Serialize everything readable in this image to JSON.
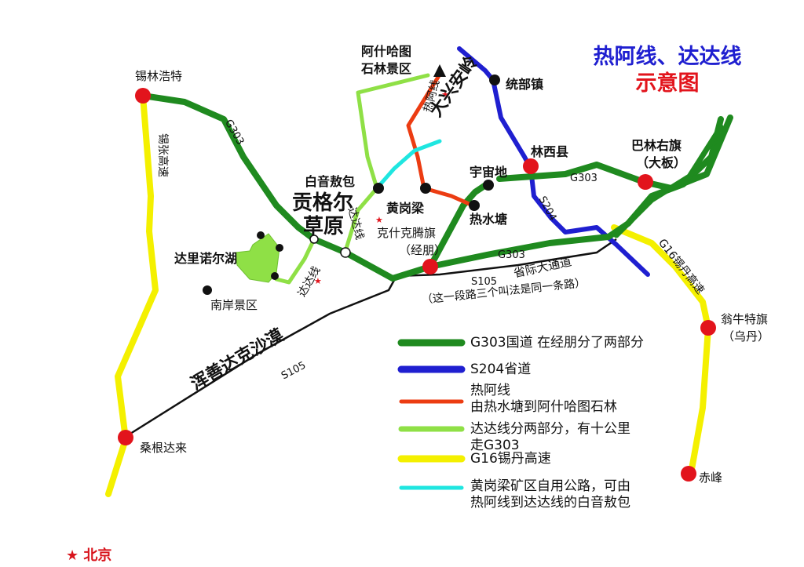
{
  "title": {
    "line1": "热阿线、达达线",
    "line2": "示意图"
  },
  "colors": {
    "g303": "#1f8a1f",
    "s204": "#1f1fd0",
    "rea": "#ec3c12",
    "dada": "#8fe046",
    "g16": "#f4f000",
    "mine": "#1fe6e0",
    "s105": "#111111",
    "city": "#e2141c"
  },
  "places": {
    "xilinhaote": "锡林浩特",
    "ashiha_1": "阿什哈图",
    "ashiha_2": "石林景区",
    "tongbu": "统部镇",
    "linxi": "林西县",
    "balin_1": "巴林右旗",
    "balin_2": "（大板）",
    "baiyin": "白音敖包",
    "huanggangliang": "黄岗梁",
    "yuzhoudi": "宇宙地",
    "reshuitang": "热水塘",
    "keshi_1": "克什克腾旗",
    "keshi_2": "（经朋）",
    "dalinuoer": "达里诺尔湖",
    "nanan": "南岸景区",
    "wengniute_1": "翁牛特旗",
    "wengniute_2": "（乌丹）",
    "chifeng": "赤峰",
    "sanggen": "桑根达来",
    "gonggeer_1": "贡格尔",
    "gonggeer_2": "草原",
    "daxinganling": "大兴安岭",
    "hunshandake": "浑善达克沙漠"
  },
  "road_labels": {
    "g303_a": "G303",
    "g303_b": "G303",
    "g303_c": "G303",
    "s204": "S204",
    "s105_a": "S105",
    "s105_b": "S105",
    "xizhang": "锡张高速",
    "g16": "G16锡丹高速",
    "rea_line": "热阿线",
    "dada_a": "达达线",
    "dada_b": "达达线",
    "shengji": "省际大通道",
    "note": "（这一段路三个叫法是同一条路）"
  },
  "legend": [
    {
      "key": "g303",
      "text": "G303国道 在经朋分了两部分"
    },
    {
      "key": "s204",
      "text": "S204省道"
    },
    {
      "key": "rea",
      "text": "热阿线\n由热水塘到阿什哈图石林"
    },
    {
      "key": "dada",
      "text": "达达线分两部分，有十公里\n走G303"
    },
    {
      "key": "g16",
      "text": "G16锡丹高速"
    },
    {
      "key": "mine",
      "text": "黄岗梁矿区自用公路，可由\n热阿线到达达线的白音敖包"
    }
  ],
  "beijing": "★ 北京"
}
